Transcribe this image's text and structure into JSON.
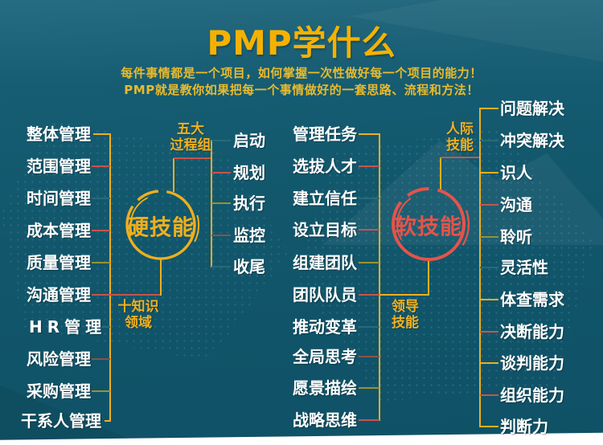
{
  "title": "PMP学什么",
  "subtitle_line1": "每件事情都是一个项目，如何掌握一次性做好每一个项目的能力！",
  "subtitle_line2": "PMP就是教你如果把每一个事情做好的一套思路、流程和方法！",
  "colors": {
    "background_teal": "#115669",
    "accent_yellow": "#EFAF1E",
    "accent_red": "#E4544A",
    "title_gold": "#F5B100",
    "item_text": "#FFFFFF"
  },
  "hard_skill": {
    "node": "硬技能",
    "branch_top": {
      "line1": "五大",
      "line2": "过程组"
    },
    "branch_bottom": {
      "line1": "十知识",
      "line2": "领域"
    },
    "knowledge_areas": [
      "整体管理",
      "范围管理",
      "时间管理",
      "成本管理",
      "质量管理",
      "沟通管理",
      "HR管理",
      "风险管理",
      "采购管理",
      "干系人管理"
    ],
    "process_groups": [
      "启动",
      "规划",
      "执行",
      "监控",
      "收尾"
    ]
  },
  "soft_skill": {
    "node": "软技能",
    "branch_top": {
      "line1": "人际",
      "line2": "技能"
    },
    "branch_bottom": {
      "line1": "领导",
      "line2": "技能"
    },
    "leadership_skills": [
      "管理任务",
      "选拔人才",
      "建立信任",
      "设立目标",
      "组建团队",
      "团队队员",
      "推动变革",
      "全局思考",
      "愿景描绘",
      "战略思维"
    ],
    "interpersonal_skills": [
      "问题解决",
      "冲突解决",
      "识人",
      "沟通",
      "聆听",
      "灵活性",
      "体查需求",
      "决断能力",
      "谈判能力",
      "组织能力",
      "判断力"
    ]
  }
}
